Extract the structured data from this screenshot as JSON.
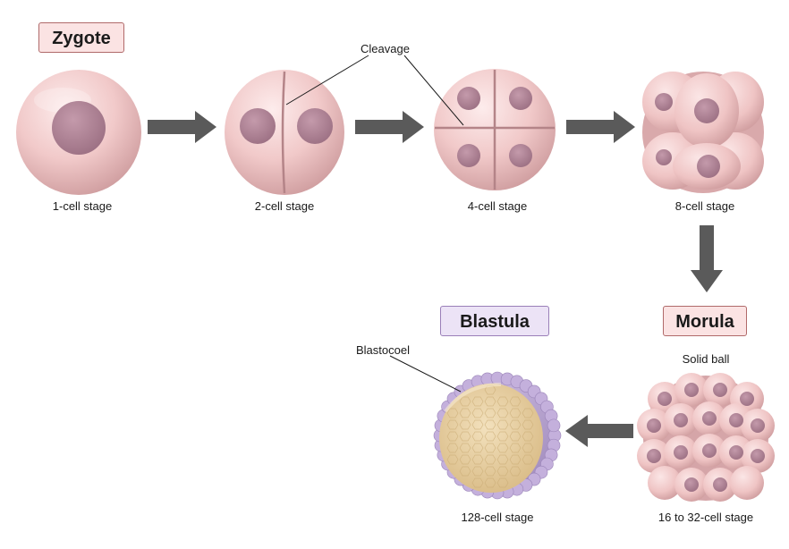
{
  "titles": {
    "zygote": "Zygote",
    "morula": "Morula",
    "blastula": "Blastula"
  },
  "stages": {
    "s1": "1-cell stage",
    "s2": "2-cell stage",
    "s4": "4-cell stage",
    "s8": "8-cell stage",
    "s16": "16 to 32-cell stage",
    "s128": "128-cell stage"
  },
  "annotations": {
    "cleavage": "Cleavage",
    "solid_ball": "Solid ball",
    "blastocoel": "Blastocoel"
  },
  "colors": {
    "cell": "#f0c8c8",
    "nucleus": "#b07f95",
    "arrow": "#555555",
    "blastocoel": "#e8d2a6",
    "membrane": "#b9a2cf"
  }
}
